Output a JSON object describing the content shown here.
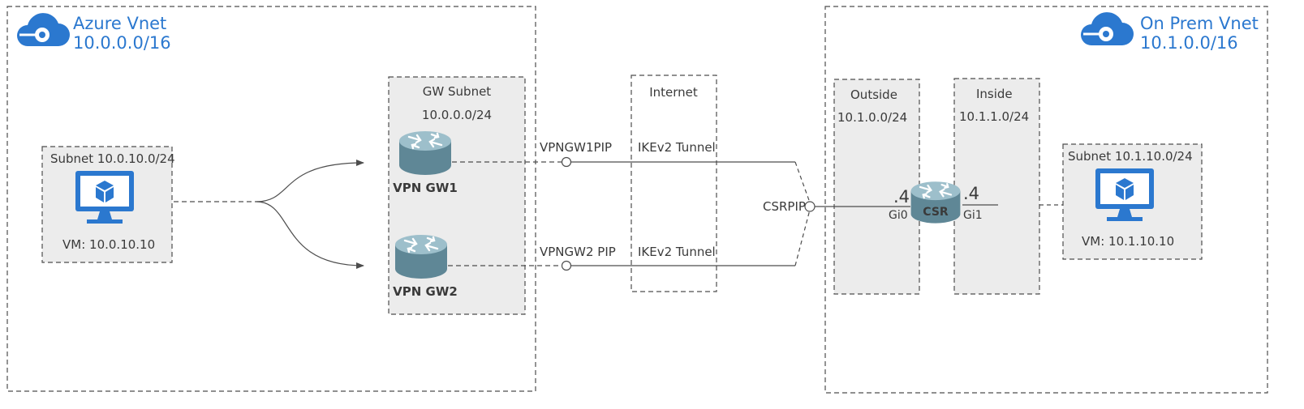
{
  "colors": {
    "accent_blue": "#2b78cf",
    "box_fill": "#ececec",
    "border_dash": "#4d4d4d",
    "router_body": "#5f8796",
    "router_top": "#9dbfcb"
  },
  "azure": {
    "title": "Azure Vnet",
    "cidr": "10.0.0.0/16",
    "icon": "cloud-icon"
  },
  "onprem": {
    "title": "On Prem Vnet",
    "cidr": "10.1.0.0/16",
    "icon": "cloud-icon"
  },
  "azure_subnet": {
    "label": "Subnet 10.0.10.0/24",
    "vm_label": "VM: 10.0.10.10",
    "icon": "virtual-machine-icon"
  },
  "gw_subnet": {
    "label": "GW Subnet",
    "cidr": "10.0.0.0/24"
  },
  "gateways": {
    "gw1": "VPN GW1",
    "gw2": "VPN GW2",
    "icon": "router-icon"
  },
  "pips": {
    "gw1": "VPNGW1PIP",
    "gw2": "VPNGW2 PIP",
    "csr": "CSRPIP"
  },
  "internet": {
    "label": "Internet",
    "tunnel1": "IKEv2 Tunnel",
    "tunnel2": "IKEv2 Tunnel"
  },
  "outside": {
    "label": "Outside",
    "cidr": "10.1.0.0/24"
  },
  "inside": {
    "label": "Inside",
    "cidr": "10.1.1.0/24"
  },
  "csr": {
    "label": "CSR",
    "gi0": "Gi0",
    "gi1": "Gi1",
    "host_left": ".4",
    "host_right": ".4"
  },
  "onprem_subnet": {
    "label": "Subnet 10.1.10.0/24",
    "vm_label": "VM: 10.1.10.10",
    "icon": "virtual-machine-icon"
  }
}
